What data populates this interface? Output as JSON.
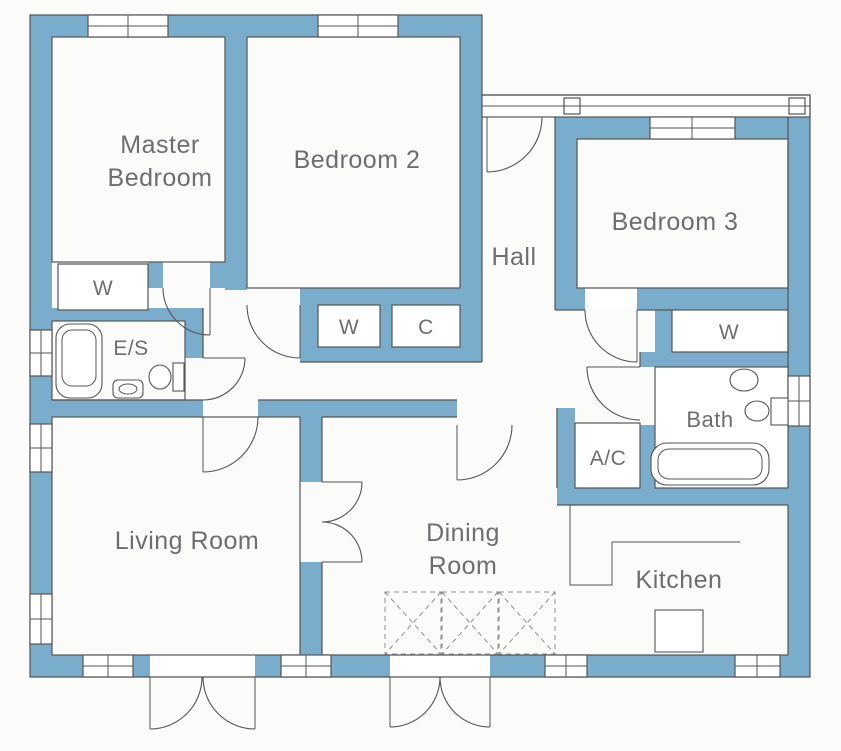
{
  "palette": {
    "wall_blue": "#7aadcb",
    "line_gray": "#555555",
    "label_gray": "#6b6f72",
    "background": "#fbfbfa"
  },
  "rooms": {
    "master_bedroom": {
      "line1": "Master",
      "line2": "Bedroom"
    },
    "bedroom_2": {
      "label": "Bedroom 2"
    },
    "bedroom_3": {
      "label": "Bedroom 3"
    },
    "hall": {
      "label": "Hall"
    },
    "living_room": {
      "label": "Living Room"
    },
    "dining_room": {
      "line1": "Dining",
      "line2": "Room"
    },
    "kitchen": {
      "label": "Kitchen"
    },
    "bath": {
      "label": "Bath"
    },
    "ensuite": {
      "label": "E/S"
    },
    "airing_cupboard": {
      "label": "A/C"
    },
    "wardrobe_master": {
      "label": "W"
    },
    "wardrobe_bedroom_2": {
      "label": "W"
    },
    "cupboard_bedroom_2": {
      "label": "C"
    },
    "wardrobe_bedroom_3": {
      "label": "W"
    }
  },
  "fixtures": {
    "ensuite": [
      "bathtub",
      "toilet",
      "basin"
    ],
    "bath": [
      "bathtub",
      "toilet",
      "basin"
    ]
  }
}
